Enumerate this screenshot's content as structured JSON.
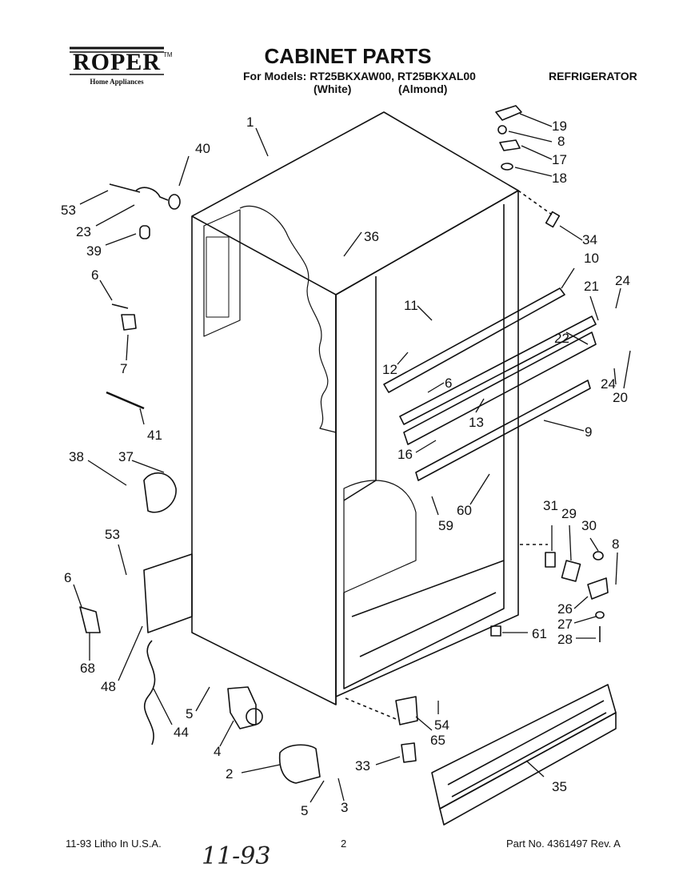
{
  "brand": {
    "name": "ROPER",
    "trademark": "TM",
    "tagline": "Home Appliances"
  },
  "header": {
    "title": "CABINET PARTS",
    "models_line": "For Models: RT25BKXAW00, RT25BKXAL00",
    "color_white": "(White)",
    "color_almond": "(Almond)",
    "appliance": "REFRIGERATOR"
  },
  "callouts": [
    "1",
    "2",
    "3",
    "4",
    "5",
    "5",
    "6",
    "6",
    "6",
    "7",
    "8",
    "8",
    "9",
    "10",
    "11",
    "12",
    "13",
    "16",
    "17",
    "18",
    "19",
    "20",
    "21",
    "22",
    "23",
    "24",
    "24",
    "26",
    "27",
    "28",
    "29",
    "30",
    "31",
    "33",
    "34",
    "35",
    "36",
    "37",
    "38",
    "39",
    "40",
    "41",
    "44",
    "48",
    "53",
    "53",
    "54",
    "59",
    "60",
    "61",
    "65",
    "68"
  ],
  "footer": {
    "left": "11-93 Litho In U.S.A.",
    "page": "2",
    "right": "Part No. 4361497 Rev. A",
    "handwritten": "11-93"
  }
}
